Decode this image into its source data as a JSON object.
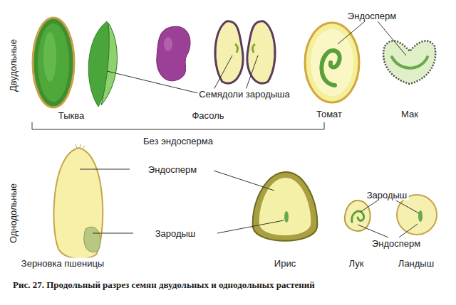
{
  "diagram": {
    "caption": "Рис. 27. Продольный разрез семян двудольных и однодольных растений",
    "labels": [
      "Эндосперм",
      "Двудольные",
      "Семядоли зародыша",
      "Тыква",
      "Фасоль",
      "Томат",
      "Мак",
      "Без эндосперма",
      "Однодольные",
      "Эндосперм",
      "Зародыш",
      "Зародыш",
      "Эндосперм",
      "Зерновка пшеницы",
      "Ирис",
      "Лук",
      "Ландыш"
    ]
  }
}
